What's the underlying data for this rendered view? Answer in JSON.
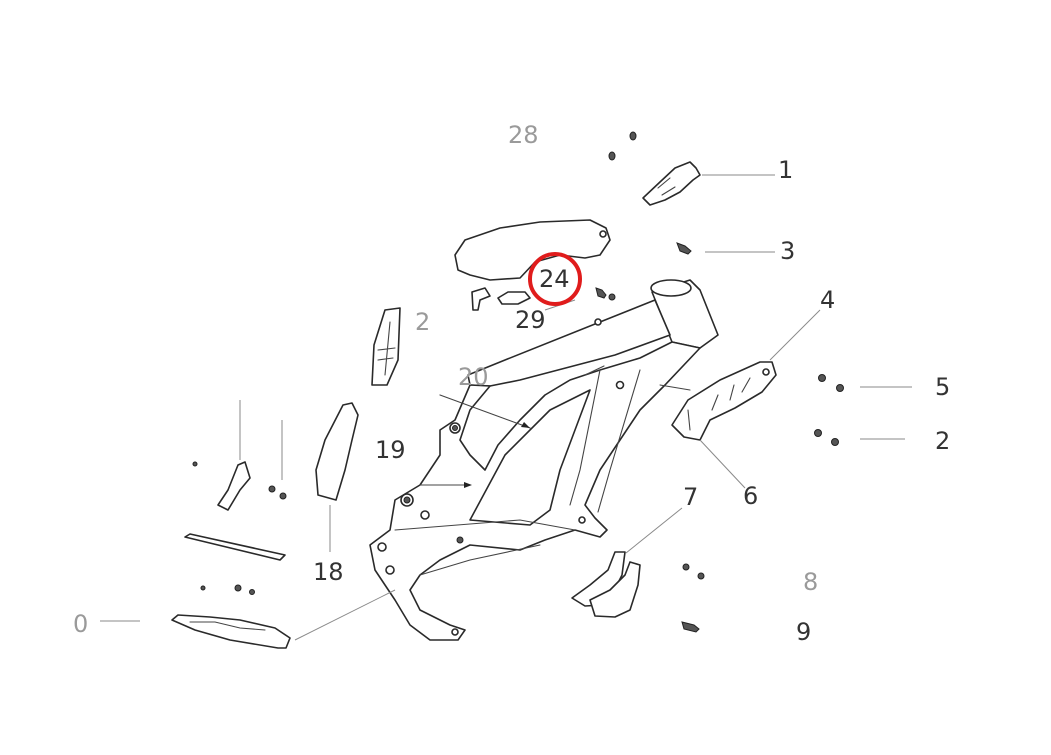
{
  "diagram": {
    "title": "Frame exploded parts diagram",
    "highlight": {
      "label": "24",
      "color": "#e01c1c"
    },
    "callouts": [
      {
        "id": "1",
        "text": "1"
      },
      {
        "id": "3",
        "text": "3"
      },
      {
        "id": "4",
        "text": "4"
      },
      {
        "id": "5",
        "text": "5"
      },
      {
        "id": "2",
        "text": "2"
      },
      {
        "id": "6",
        "text": "6"
      },
      {
        "id": "7",
        "text": "7"
      },
      {
        "id": "8",
        "text": "8"
      },
      {
        "id": "9",
        "text": "9"
      },
      {
        "id": "18",
        "text": "18"
      },
      {
        "id": "19",
        "text": "19"
      },
      {
        "id": "20",
        "text": "20"
      },
      {
        "id": "21",
        "text": "2"
      },
      {
        "id": "24",
        "text": "24"
      },
      {
        "id": "28",
        "text": "28"
      },
      {
        "id": "29",
        "text": "29"
      },
      {
        "id": "0",
        "text": "0"
      }
    ]
  }
}
